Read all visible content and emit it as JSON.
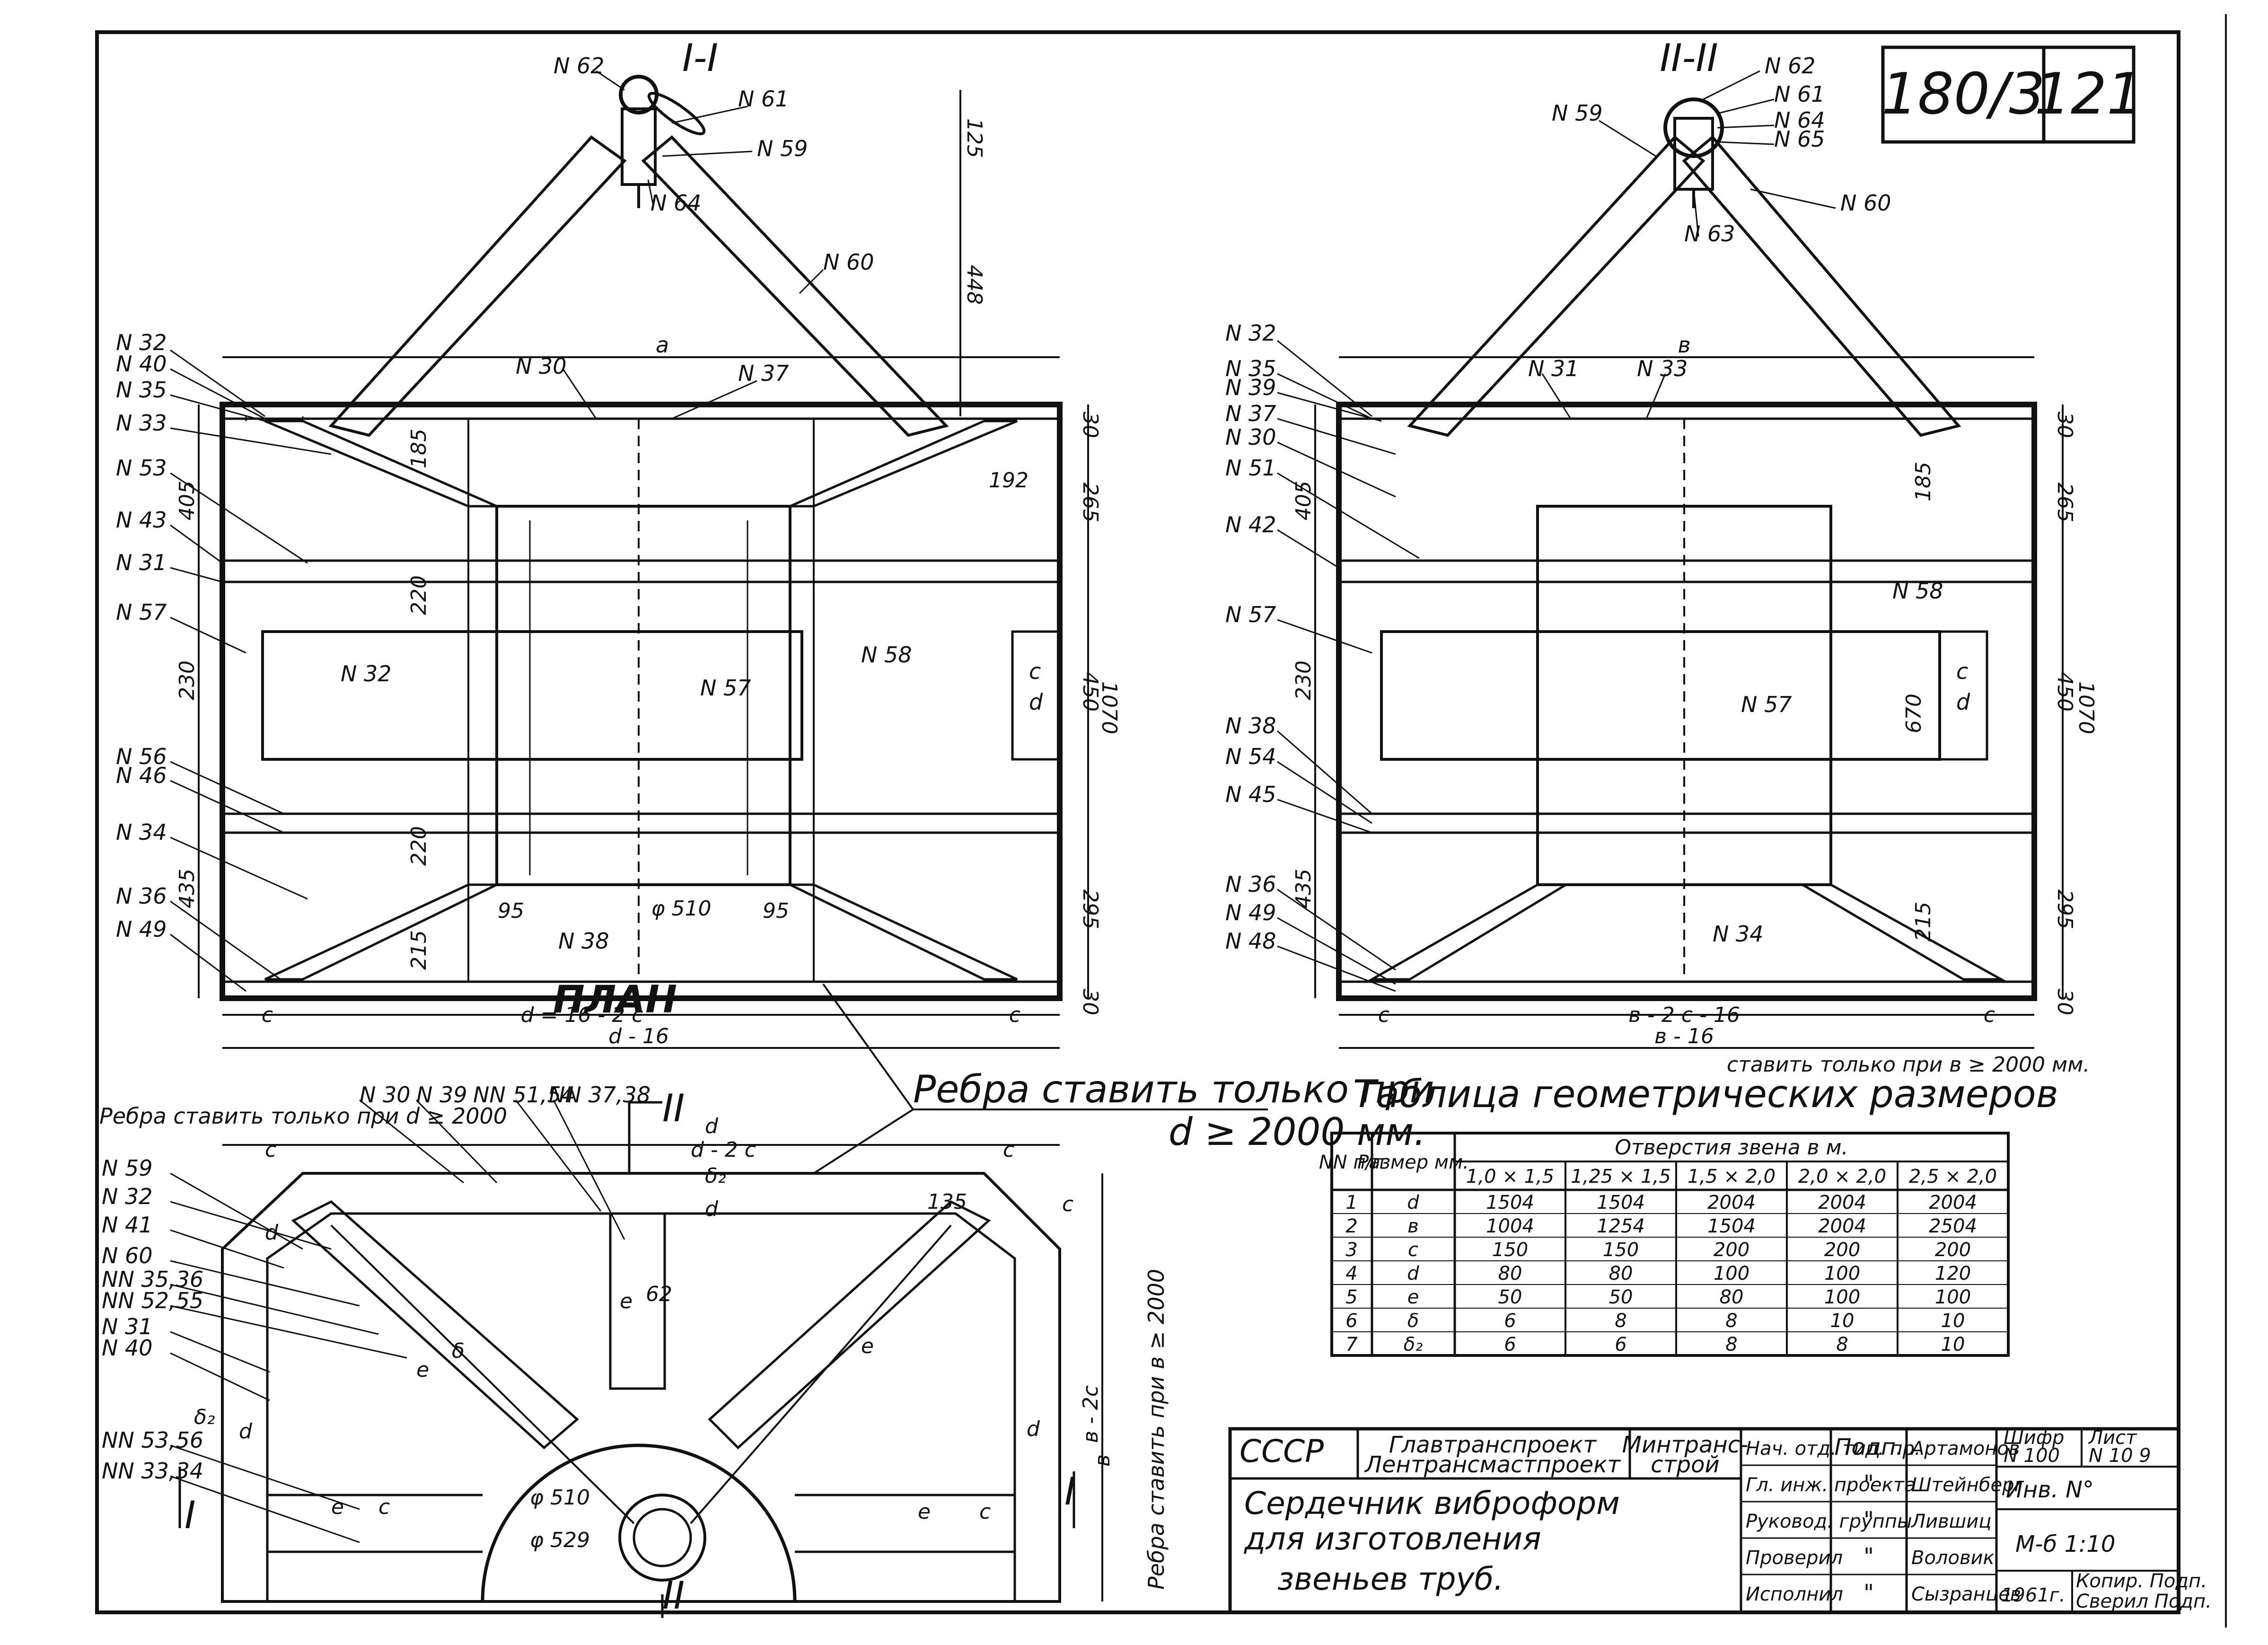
{
  "sheet": {
    "code": "180/3",
    "page": "121"
  },
  "section_1": {
    "title": "I-I",
    "dim_a": "a",
    "dims_top": [
      "125",
      "448"
    ],
    "dims_left": [
      "405",
      "230",
      "435"
    ],
    "dims_inner": [
      "185",
      "220",
      "220",
      "215",
      "95",
      "95"
    ],
    "dims_right": [
      "30",
      "265",
      "450",
      "1070",
      "295",
      "30"
    ],
    "dim_192": "192",
    "dim_phi": "φ 510",
    "cd": [
      "c",
      "d"
    ],
    "bottom": {
      "c_left": "c",
      "d_formula": "d = 16 - 2 c",
      "c_right": "c",
      "total": "d - 16"
    },
    "labels_left": [
      "N 32",
      "N 40",
      "N 35",
      "N 33",
      "N 53",
      "N 43",
      "N 31",
      "N 57",
      "N 56",
      "N 46",
      "N 34",
      "N 36",
      "N 49"
    ],
    "labels_top": [
      "N 62",
      "N 61",
      "N 59",
      "N 64",
      "N 60",
      "N 30",
      "N 37"
    ],
    "labels_inner": [
      "N 32",
      "N 57",
      "N 58",
      "N 38"
    ]
  },
  "section_2": {
    "title": "II-II",
    "dim_b": "в",
    "dims_left": [
      "405",
      "230",
      "435"
    ],
    "dims_inner": [
      "185",
      "670",
      "215"
    ],
    "dims_right": [
      "30",
      "265",
      "450",
      "1070",
      "295",
      "30"
    ],
    "cd": [
      "c",
      "d"
    ],
    "bottom": {
      "c_left": "c",
      "d_formula": "в - 2 c - 16",
      "c_right": "c",
      "total": "в - 16"
    },
    "rib_note": "ставить только при в ≥ 2000 мм.",
    "labels_left": [
      "N 32",
      "N 35",
      "N 39",
      "N 37",
      "N 30",
      "N 51",
      "N 42",
      "N 57",
      "N 38",
      "N 54",
      "N 45",
      "N 36",
      "N 49",
      "N 48"
    ],
    "labels_top": [
      "N 62",
      "N 61",
      "N 64",
      "N 65",
      "N 59",
      "N 60",
      "N 63",
      "N 31",
      "N 33"
    ],
    "labels_inner": [
      "N 58",
      "N 57",
      "N 34"
    ]
  },
  "plan": {
    "title": "ПЛАН",
    "rib_note_left": "Ребра ставить только при d ≥ 2000",
    "rib_note_right_1": "Ребра ставить только при",
    "rib_note_right_2": "d ≥ 2000 мм.",
    "rib_note_vertical": "Ребра ставить при в ≥ 2000",
    "labels_top": [
      "N 30",
      "N 39",
      "NN 51,54",
      "NN 37,38"
    ],
    "labels_left": [
      "N 59",
      "N 32",
      "N 41",
      "N 60",
      "NN 35,36",
      "NN 52,55",
      "N 31",
      "N 40",
      "NN 53,56",
      "NN 33,34"
    ],
    "dims": [
      "c",
      "d",
      "d - 2 c",
      "c",
      "δ₂",
      "d",
      "135",
      "c",
      "в - 2c",
      "в",
      "d",
      "e",
      "62",
      "e",
      "δ",
      "e",
      "d",
      "δ₂",
      "d",
      "e",
      "c",
      "e",
      "c"
    ],
    "phi1": "φ 510",
    "phi2": "φ 529",
    "section_marks": [
      "II",
      "I",
      "I",
      "II"
    ]
  },
  "table": {
    "title": "Таблица геометрических размеров",
    "col_no": "NN п/п",
    "col_size": "Размер мм.",
    "group_header": "Отверстия звена в м.",
    "columns": [
      "1,0 × 1,5",
      "1,25 × 1,5",
      "1,5 × 2,0",
      "2,0 × 2,0",
      "2,5 × 2,0"
    ],
    "rows": [
      {
        "n": "1",
        "size": "d",
        "values": [
          "1504",
          "1504",
          "2004",
          "2004",
          "2004"
        ]
      },
      {
        "n": "2",
        "size": "в",
        "values": [
          "1004",
          "1254",
          "1504",
          "2004",
          "2504"
        ]
      },
      {
        "n": "3",
        "size": "c",
        "values": [
          "150",
          "150",
          "200",
          "200",
          "200"
        ]
      },
      {
        "n": "4",
        "size": "d",
        "values": [
          "80",
          "80",
          "100",
          "100",
          "120"
        ]
      },
      {
        "n": "5",
        "size": "e",
        "values": [
          "50",
          "50",
          "80",
          "100",
          "100"
        ]
      },
      {
        "n": "6",
        "size": "δ",
        "values": [
          "6",
          "8",
          "8",
          "10",
          "10"
        ]
      },
      {
        "n": "7",
        "size": "δ₂",
        "values": [
          "6",
          "6",
          "8",
          "8",
          "10"
        ]
      }
    ]
  },
  "stamp": {
    "country": "СССР",
    "org1": "Главтранспроект",
    "org2": "Лентрансмастпроект",
    "ministry1": "Минтранс-",
    "ministry2": "строй",
    "roles": [
      "Нач. отд. тип. пр.",
      "Гл. инж. проекта",
      "Руковод. группы",
      "Проверил",
      "Исполнил"
    ],
    "sign_header": "Подп.",
    "signs": [
      "\"",
      "\"",
      "\"",
      "\"",
      "\""
    ],
    "names": [
      "Артамонов",
      "Штейнберг",
      "Лившиц",
      "Воловик",
      "Сызранцев"
    ],
    "code_label": "Шифр",
    "code": "N 100",
    "sheet_label": "Лист",
    "sheet": "N 10 9",
    "inv": "Инв. N°",
    "title1": "Сердечник виброформ",
    "title2": "для изготовления",
    "title3": "звеньев труб.",
    "scale": "М-б 1:10",
    "year": "1961г.",
    "copy": "Копир. Подп.",
    "checked": "Сверил Подп."
  }
}
